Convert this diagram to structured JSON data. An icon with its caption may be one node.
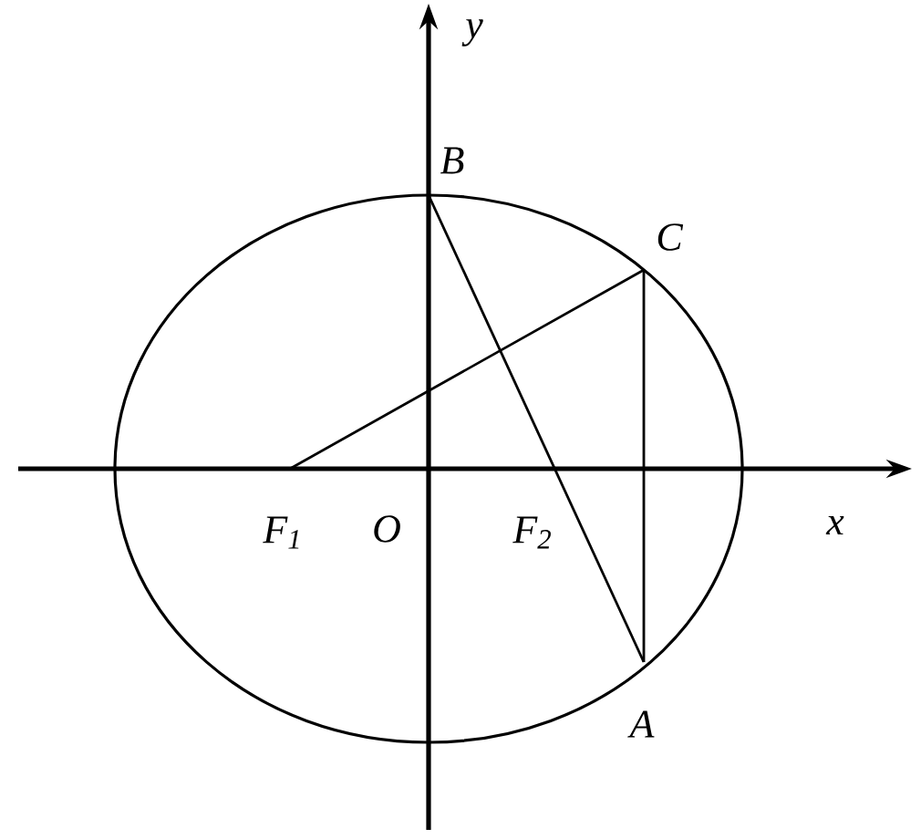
{
  "diagram": {
    "nodes": [
      {
        "text": [
          "B"
        ]
      },
      {
        "text": [
          "C"
        ]
      },
      {
        "text": [
          "F$_{1}$"
        ]
      },
      {
        "text": [
          "O"
        ]
      },
      {
        "text": [
          "F$_{2}$"
        ]
      },
      {
        "text": [
          "A"
        ]
      }
    ],
    "edges": [
      {
        "from": 2,
        "to": 1,
        "arrow": "none"
      },
      {
        "from": 0,
        "to": 5,
        "arrow": "none"
      },
      {
        "from": 1,
        "to": 5,
        "arrow": "none"
      }
    ],
    "labels": [
      "y",
      "x"
    ]
  }
}
